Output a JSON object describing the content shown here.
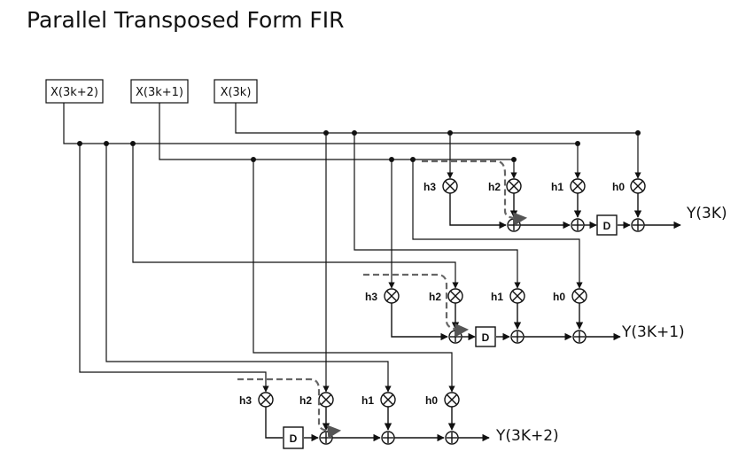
{
  "title": "Parallel Transposed Form FIR",
  "inputs": [
    "X(3k+2)",
    "X(3k+1)",
    "X(3k)"
  ],
  "rows": [
    {
      "taps": [
        "h3",
        "h2",
        "h1",
        "h0"
      ],
      "delay_label": "D",
      "output": "Y(3K)"
    },
    {
      "taps": [
        "h3",
        "h2",
        "h1",
        "h0"
      ],
      "delay_label": "D",
      "output": "Y(3K+1)"
    },
    {
      "taps": [
        "h3",
        "h2",
        "h1",
        "h0"
      ],
      "delay_label": "D",
      "output": "Y(3K+2)"
    }
  ]
}
